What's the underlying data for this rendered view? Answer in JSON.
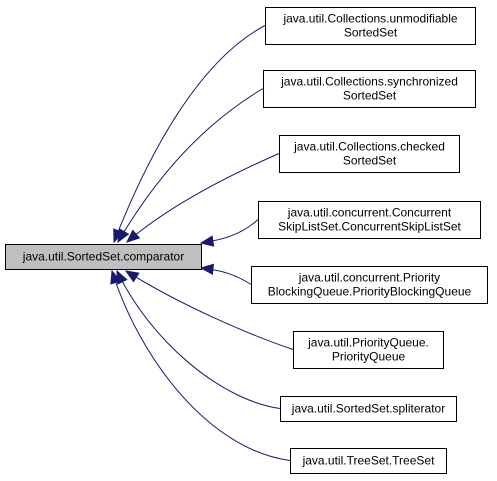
{
  "colors": {
    "edge": "#191970",
    "focus_fill": "#bfbfbf",
    "box_fill": "#ffffff",
    "box_stroke": "#000000"
  },
  "focus": {
    "label": "java.util.SortedSet.comparator"
  },
  "callers": [
    {
      "id": "collections-unmodifiable-sortedset",
      "lines": [
        "java.util.Collections.unmodifiable",
        "SortedSet"
      ]
    },
    {
      "id": "collections-synchronized-sortedset",
      "lines": [
        "java.util.Collections.synchronized",
        "SortedSet"
      ]
    },
    {
      "id": "collections-checked-sortedset",
      "lines": [
        "java.util.Collections.checked",
        "SortedSet"
      ]
    },
    {
      "id": "concurrent-skiplistset",
      "lines": [
        "java.util.concurrent.Concurrent",
        "SkipListSet.ConcurrentSkipListSet"
      ]
    },
    {
      "id": "priority-blocking-queue",
      "lines": [
        "java.util.concurrent.Priority",
        "BlockingQueue.PriorityBlockingQueue"
      ]
    },
    {
      "id": "priority-queue",
      "lines": [
        "java.util.PriorityQueue.",
        "PriorityQueue"
      ]
    },
    {
      "id": "sortedset-spliterator",
      "lines": [
        "java.util.SortedSet.spliterator"
      ]
    },
    {
      "id": "treeset-treeset",
      "lines": [
        "java.util.TreeSet.TreeSet"
      ]
    }
  ]
}
